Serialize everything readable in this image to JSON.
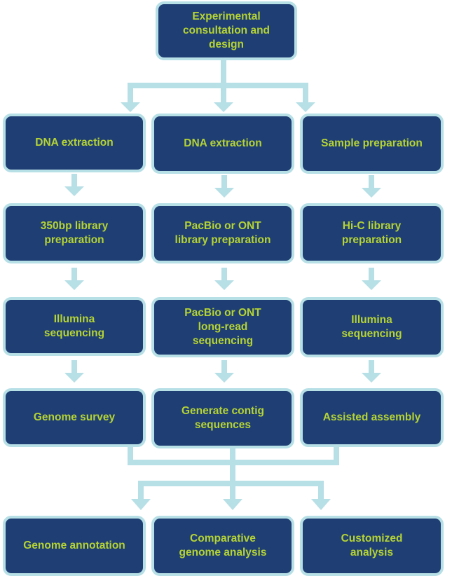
{
  "colors": {
    "box_fill": "#1f3f74",
    "box_border": "#b7dfe6",
    "text": "#b5d334",
    "connector": "#b7dfe6"
  },
  "top": {
    "label": "Experimental\nconsultation and\ndesign"
  },
  "columns": [
    {
      "steps": [
        "DNA extraction",
        "350bp library\npreparation",
        "Illumina\nsequencing",
        "Genome survey"
      ]
    },
    {
      "steps": [
        "DNA extraction",
        "PacBio or ONT\nlibrary preparation",
        "PacBio or ONT\nlong-read\nsequencing",
        "Generate contig\nsequences"
      ]
    },
    {
      "steps": [
        "Sample preparation",
        "Hi-C library\npreparation",
        "Illumina\nsequencing",
        "Assisted assembly"
      ]
    }
  ],
  "outputs": [
    "Genome annotation",
    "Comparative\ngenome analysis",
    "Customized\nanalysis"
  ]
}
